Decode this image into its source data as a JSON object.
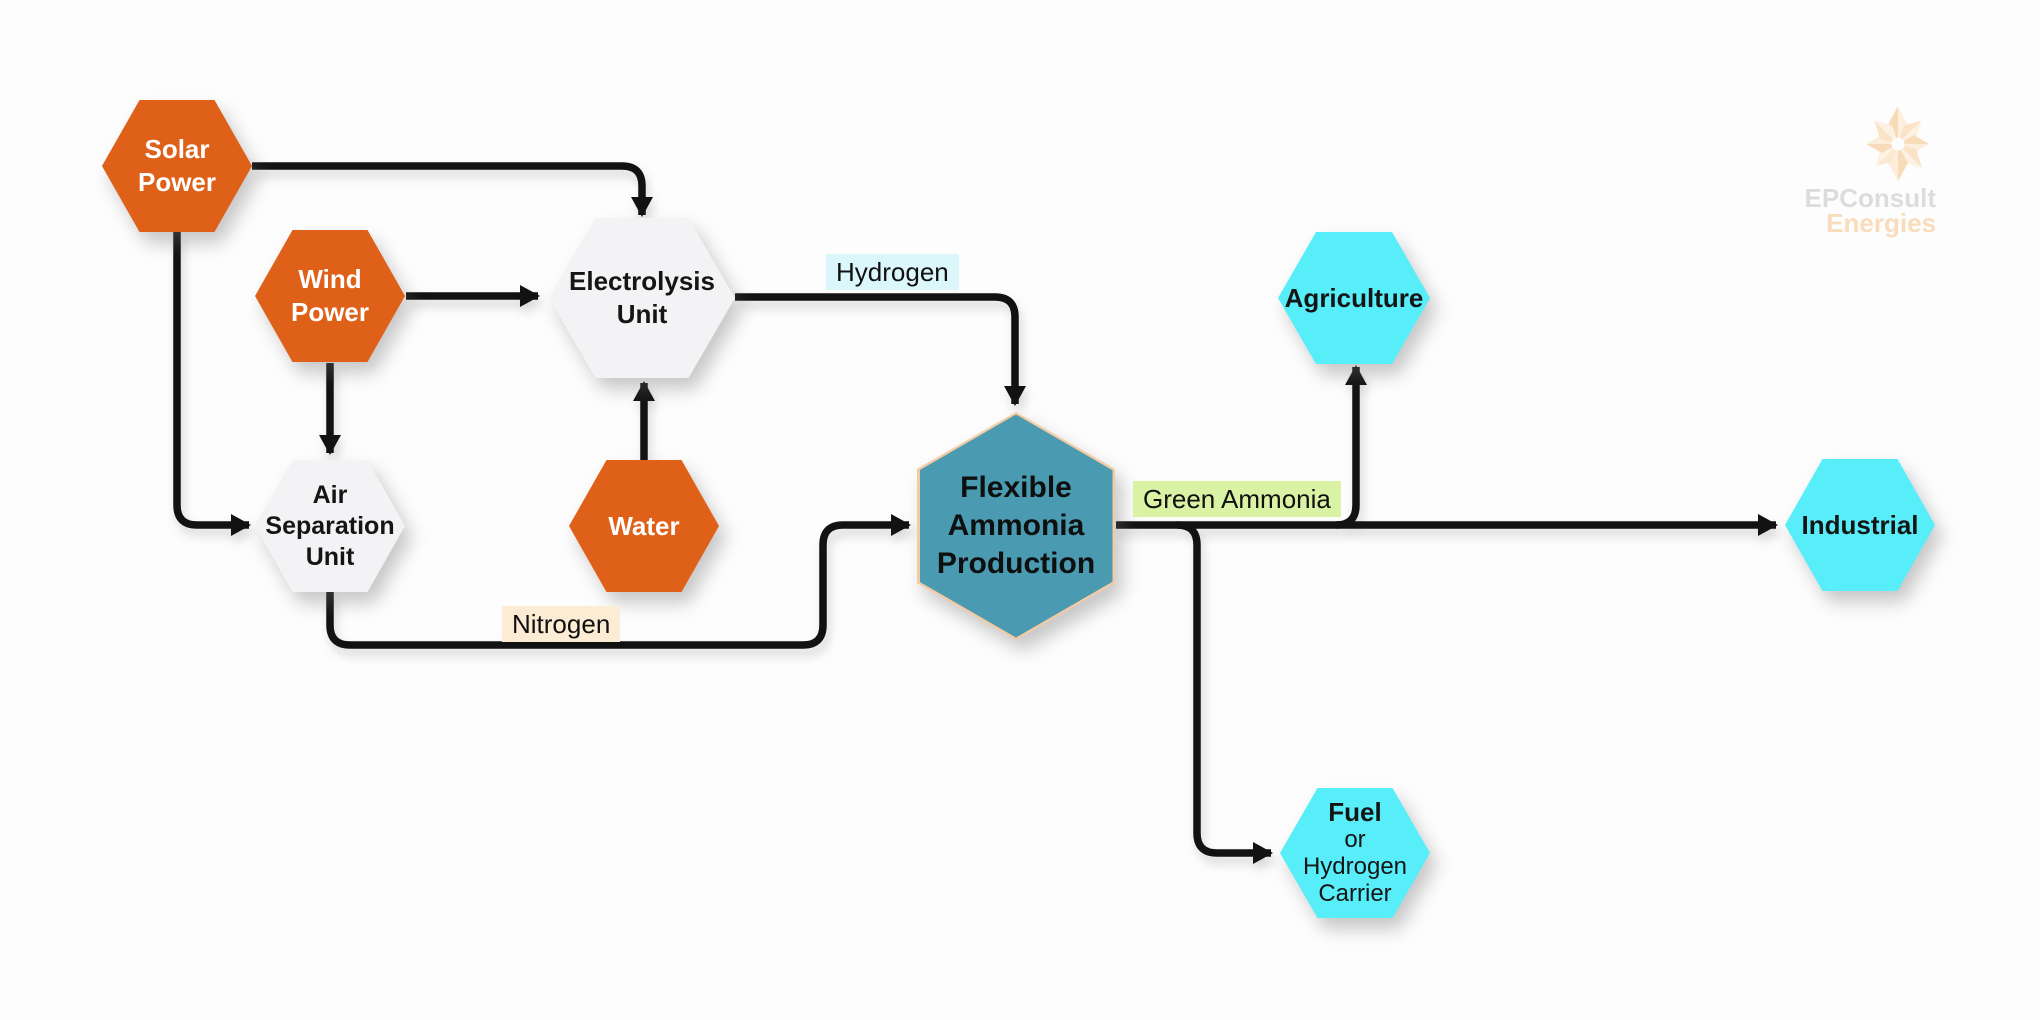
{
  "colors": {
    "bg": "#fdfdfd",
    "line": "#121212",
    "orange": "#df6018",
    "light": "#f3f3f5",
    "teal": "#4a9ab1",
    "teal_border": "#f3cba3",
    "cyan": "#57eefa",
    "node_text_dark": "#151515",
    "node_text_light": "#ffffff",
    "hydrogen_bg": "#dcf7fb",
    "nitrogen_bg": "#fcecd3",
    "green_ammonia_bg": "#d9f2a4",
    "logo_gray": "#dcdcdc",
    "logo_peach": "#f8dcbc"
  },
  "nodes": {
    "solar": {
      "lines": [
        "Solar",
        "Power"
      ]
    },
    "wind": {
      "lines": [
        "Wind",
        "Power"
      ]
    },
    "electrolysis": {
      "lines": [
        "Electrolysis",
        "Unit"
      ]
    },
    "air_separation": {
      "lines": [
        "Air",
        "Separation",
        "Unit"
      ]
    },
    "water": {
      "lines": [
        "Water"
      ]
    },
    "ammonia": {
      "lines": [
        "Flexible",
        "Ammonia",
        "Production"
      ]
    },
    "agriculture": {
      "lines": [
        "Agriculture"
      ]
    },
    "industrial": {
      "lines": [
        "Industrial"
      ]
    },
    "fuel": {
      "lines": [
        "Fuel",
        "or",
        "Hydrogen",
        "Carrier"
      ]
    }
  },
  "edge_labels": {
    "hydrogen": "Hydrogen",
    "nitrogen": "Nitrogen",
    "green_ammonia": "Green Ammonia"
  },
  "logo": {
    "name": "EPConsult",
    "suffix": "Energies"
  }
}
